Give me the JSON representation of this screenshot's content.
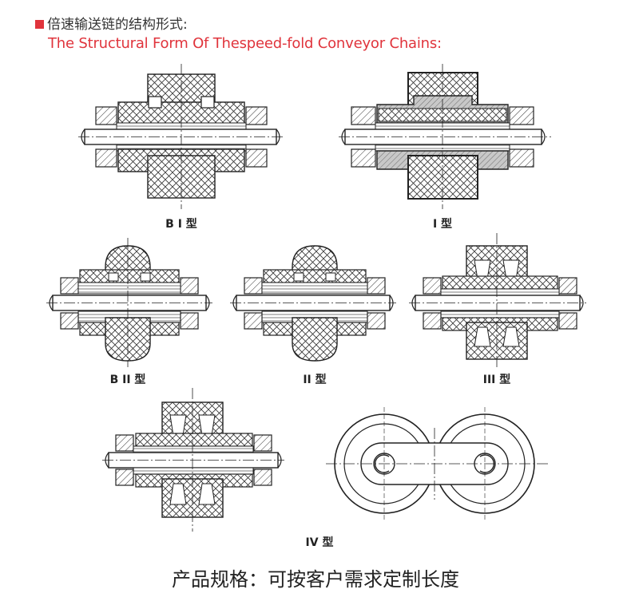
{
  "header": {
    "title_cn": "倍速输送链的结构形式:",
    "title_en": "The Structural Form Of Thespeed-fold Conveyor Chains:",
    "accent_color": "#e0343c"
  },
  "figures": [
    {
      "id": "bi",
      "label": "B I 型"
    },
    {
      "id": "i",
      "label": "I 型"
    },
    {
      "id": "bii",
      "label": "B II 型"
    },
    {
      "id": "ii",
      "label": "II 型"
    },
    {
      "id": "iii",
      "label": "III 型"
    },
    {
      "id": "iv",
      "label": "IV 型"
    }
  ],
  "footer": {
    "text": "产品规格：可按客户需求定制长度"
  }
}
